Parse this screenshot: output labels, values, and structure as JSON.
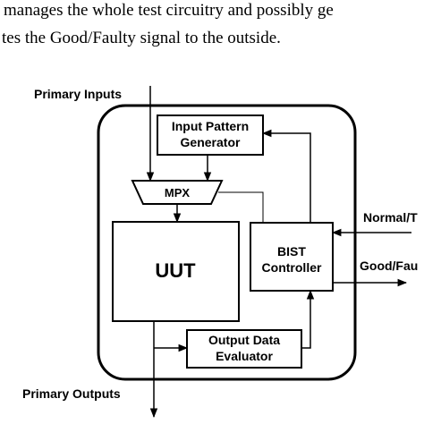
{
  "paragraph": {
    "line1": "manages the whole test circuitry and possibly ge",
    "line2": "tes the Good/Faulty signal to the outside."
  },
  "diagram": {
    "primary_inputs": "Primary Inputs",
    "primary_outputs": "Primary Outputs",
    "normal_test": "Normal/T",
    "good_faulty": "Good/Fau",
    "ipg_line1": "Input Pattern",
    "ipg_line2": "Generator",
    "mpx": "MPX",
    "uut": "UUT",
    "bist_line1": "BIST",
    "bist_line2": "Controller",
    "ode_line1": "Output Data",
    "ode_line2": "Evaluator"
  },
  "colors": {
    "ink": "#000000",
    "paper": "#ffffff"
  }
}
